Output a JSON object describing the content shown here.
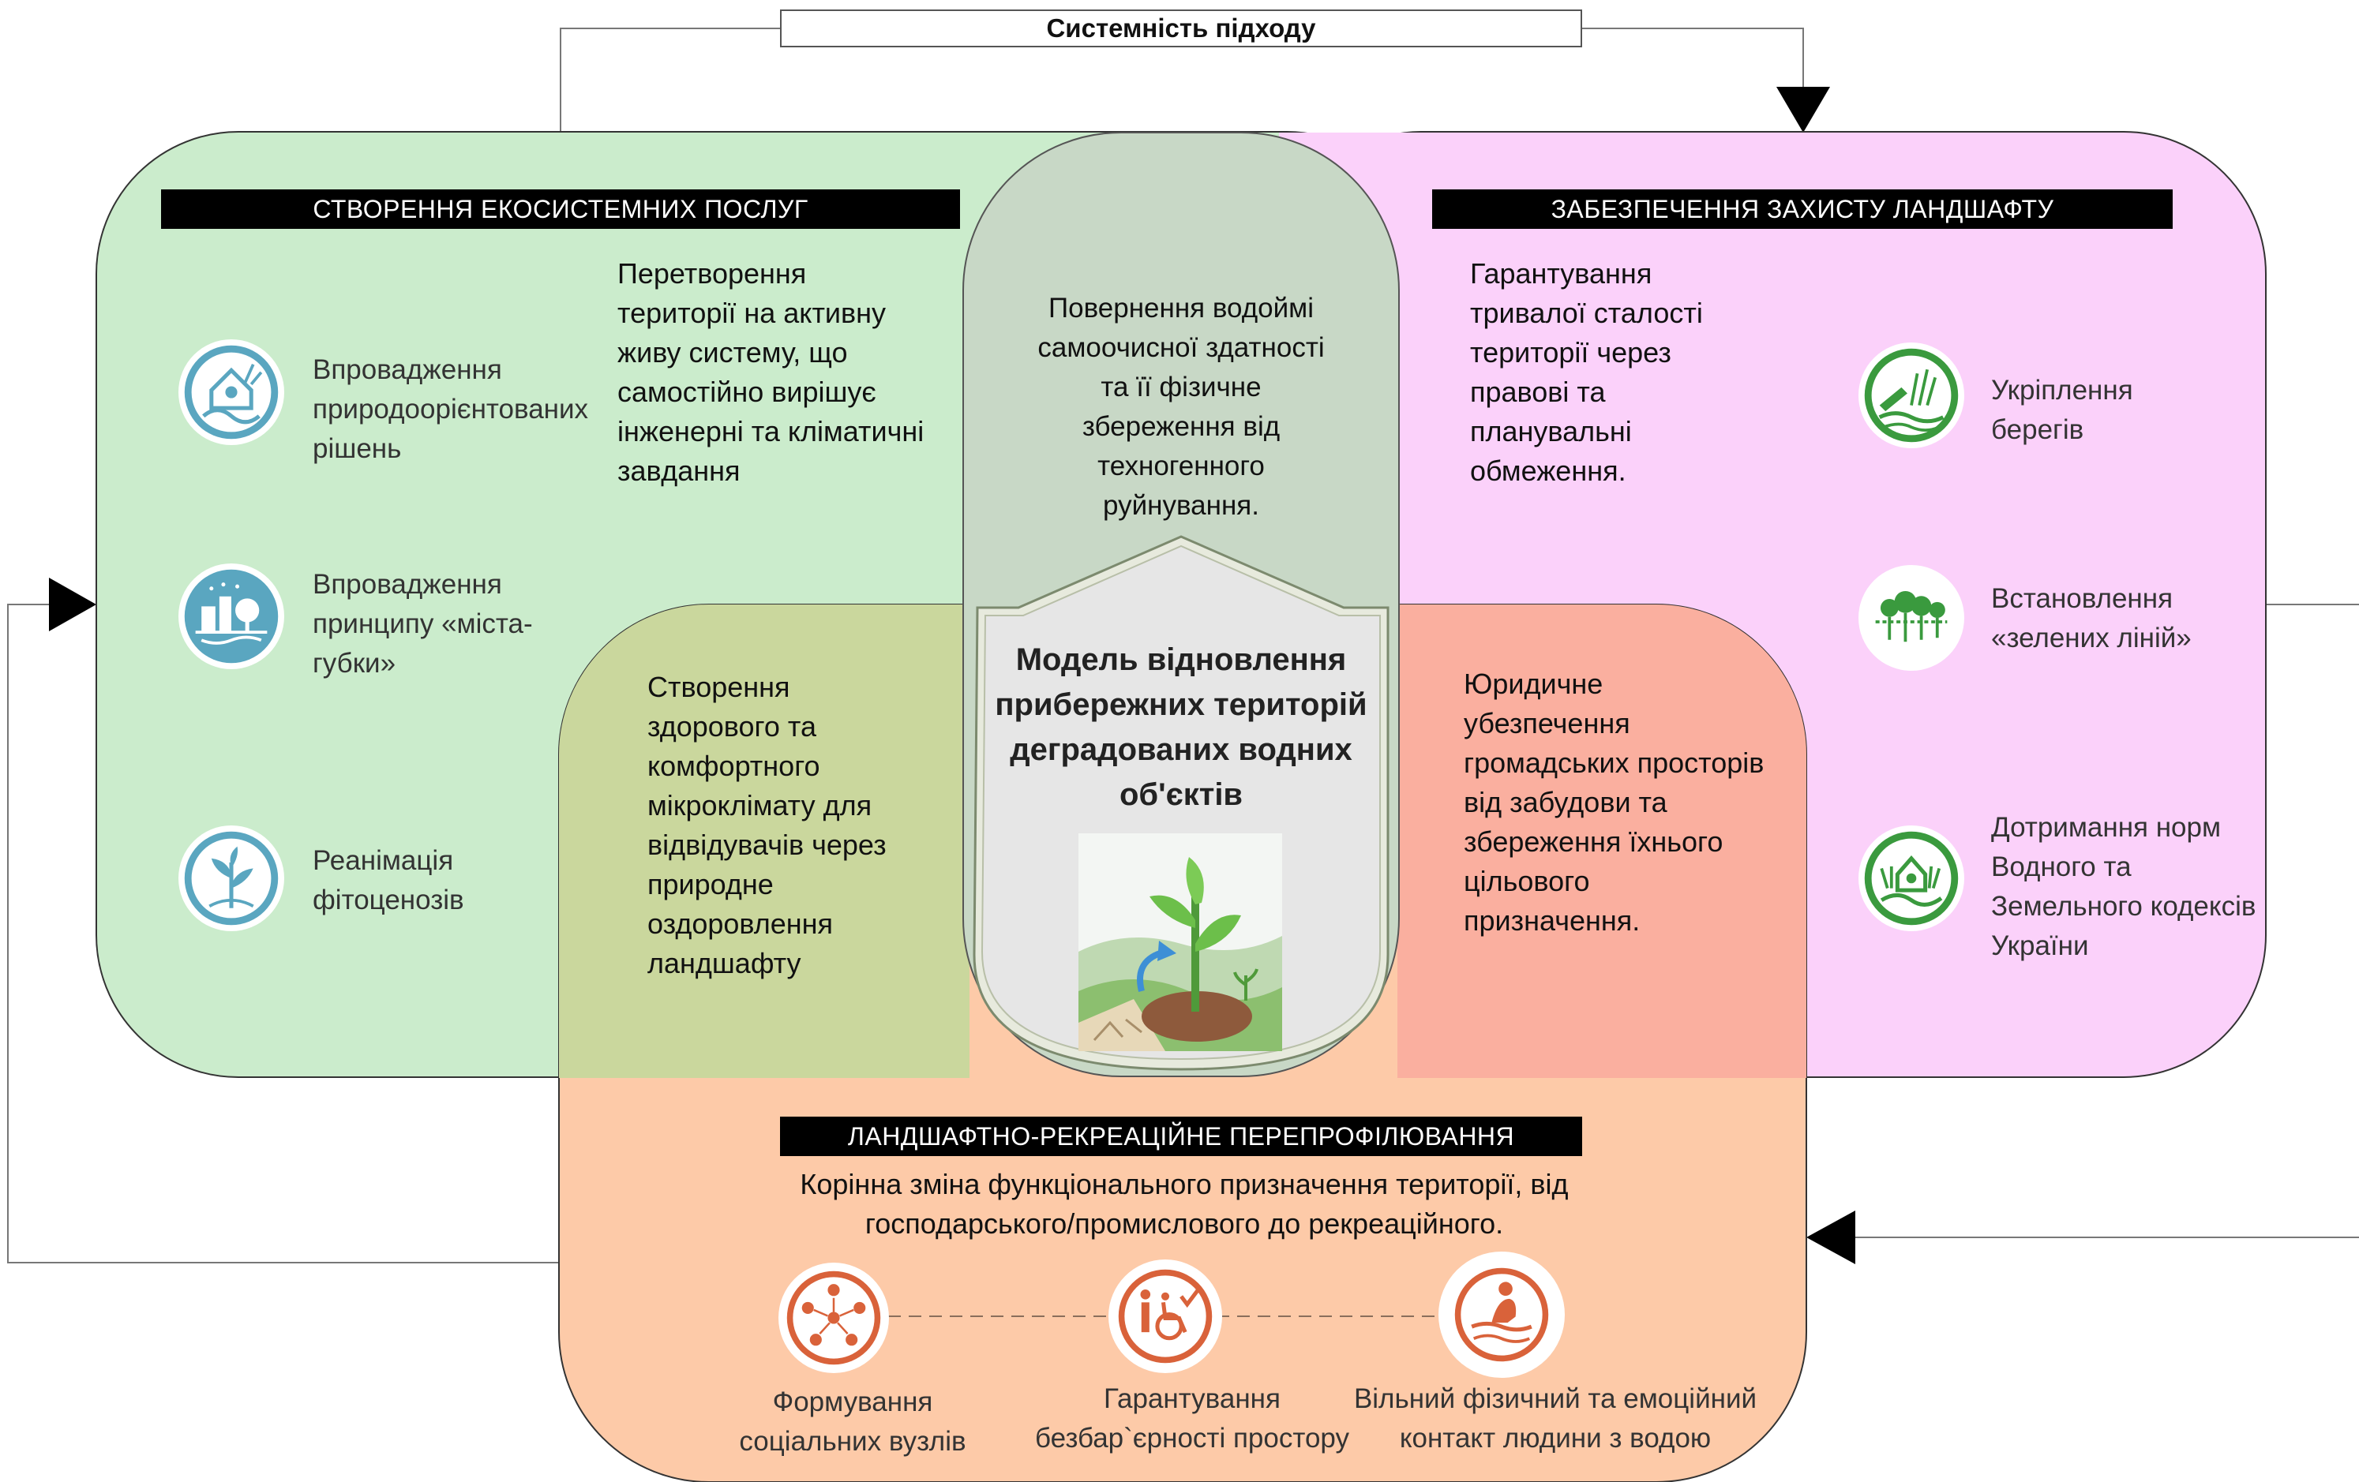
{
  "header": {
    "title": "Системність підходу"
  },
  "left_zone": {
    "label": "СТВОРЕННЯ ЕКОСИСТЕМНИХ ПОСЛУГ",
    "description": [
      "Перетворення",
      "території на активну",
      "живу систему, що",
      "самостійно вирішує",
      "інженерні та кліматичні",
      "завдання"
    ],
    "items": [
      {
        "icon": "nature-based-solutions-icon",
        "lines": [
          "Впровадження",
          "природоорієнтованих",
          "рішень"
        ]
      },
      {
        "icon": "sponge-city-icon",
        "lines": [
          "Впровадження",
          "принципу «міста-",
          "губки»"
        ]
      },
      {
        "icon": "phytocenosis-icon",
        "lines": [
          "Реанімація",
          "фітоценозів"
        ]
      }
    ]
  },
  "right_zone": {
    "label": "ЗАБЕЗПЕЧЕННЯ ЗАХИСТУ ЛАНДШАФТУ",
    "description": [
      "Гарантування",
      "тривалої сталості",
      "території через",
      "правові та",
      "планувальні",
      "обмеження."
    ],
    "items": [
      {
        "icon": "shore-reinforcement-icon",
        "lines": [
          "Укріплення",
          "берегів"
        ]
      },
      {
        "icon": "green-lines-icon",
        "lines": [
          "Встановлення",
          "«зелених ліній»"
        ]
      },
      {
        "icon": "water-code-icon",
        "lines": [
          "Дотримання норм",
          "Водного та",
          "Земельного кодексів",
          "України"
        ]
      }
    ]
  },
  "center_top": {
    "lines": [
      "Повернення водоймі",
      "самоочисної здатності",
      "та її фізичне",
      "збереження від",
      "техногенного",
      "руйнування."
    ]
  },
  "center_left": {
    "lines": [
      "Створення",
      "здорового та",
      "комфортного",
      "мікроклімату для",
      "відвідувачів через",
      "природне",
      "оздоровлення",
      "ландшафту"
    ]
  },
  "center_right": {
    "lines": [
      "Юридичне",
      "убезпечення",
      "громадських просторів",
      "від забудови та",
      "збереження їхнього",
      "цільового",
      "призначення."
    ]
  },
  "center": {
    "title_lines": [
      "Модель відновлення",
      "прибережних територій",
      "деградованих водних",
      "об'єктів"
    ],
    "illustration": "sprout-growth-icon"
  },
  "bottom_zone": {
    "label": "ЛАНДШАФТНО-РЕКРЕАЦІЙНЕ ПЕРЕПРОФІЛЮВАННЯ",
    "description": [
      "Корінна зміна функціонального призначення території, від",
      "господарського/промислового до рекреаційного."
    ],
    "items": [
      {
        "icon": "social-network-icon",
        "lines": [
          "Формування",
          "соціальних вузлів"
        ]
      },
      {
        "icon": "accessibility-icon",
        "lines": [
          "Гарантування",
          "безбар`єрності простору"
        ]
      },
      {
        "icon": "water-contact-icon",
        "lines": [
          "Вільний фізичний та емоційний",
          "контакт людини з водою"
        ]
      }
    ]
  },
  "colors": {
    "green_zone": "#cbeccc",
    "pink_zone": "#fbd1fa",
    "orange_zone": "#fdcaa8",
    "center_overlap": "#c8d8c6",
    "left_overlap": "#cad79d",
    "right_overlap": "#faaf9f",
    "teal_icons": "#5aa6c0",
    "green_icons": "#3a9a3e",
    "orange_icons": "#d9623a"
  }
}
